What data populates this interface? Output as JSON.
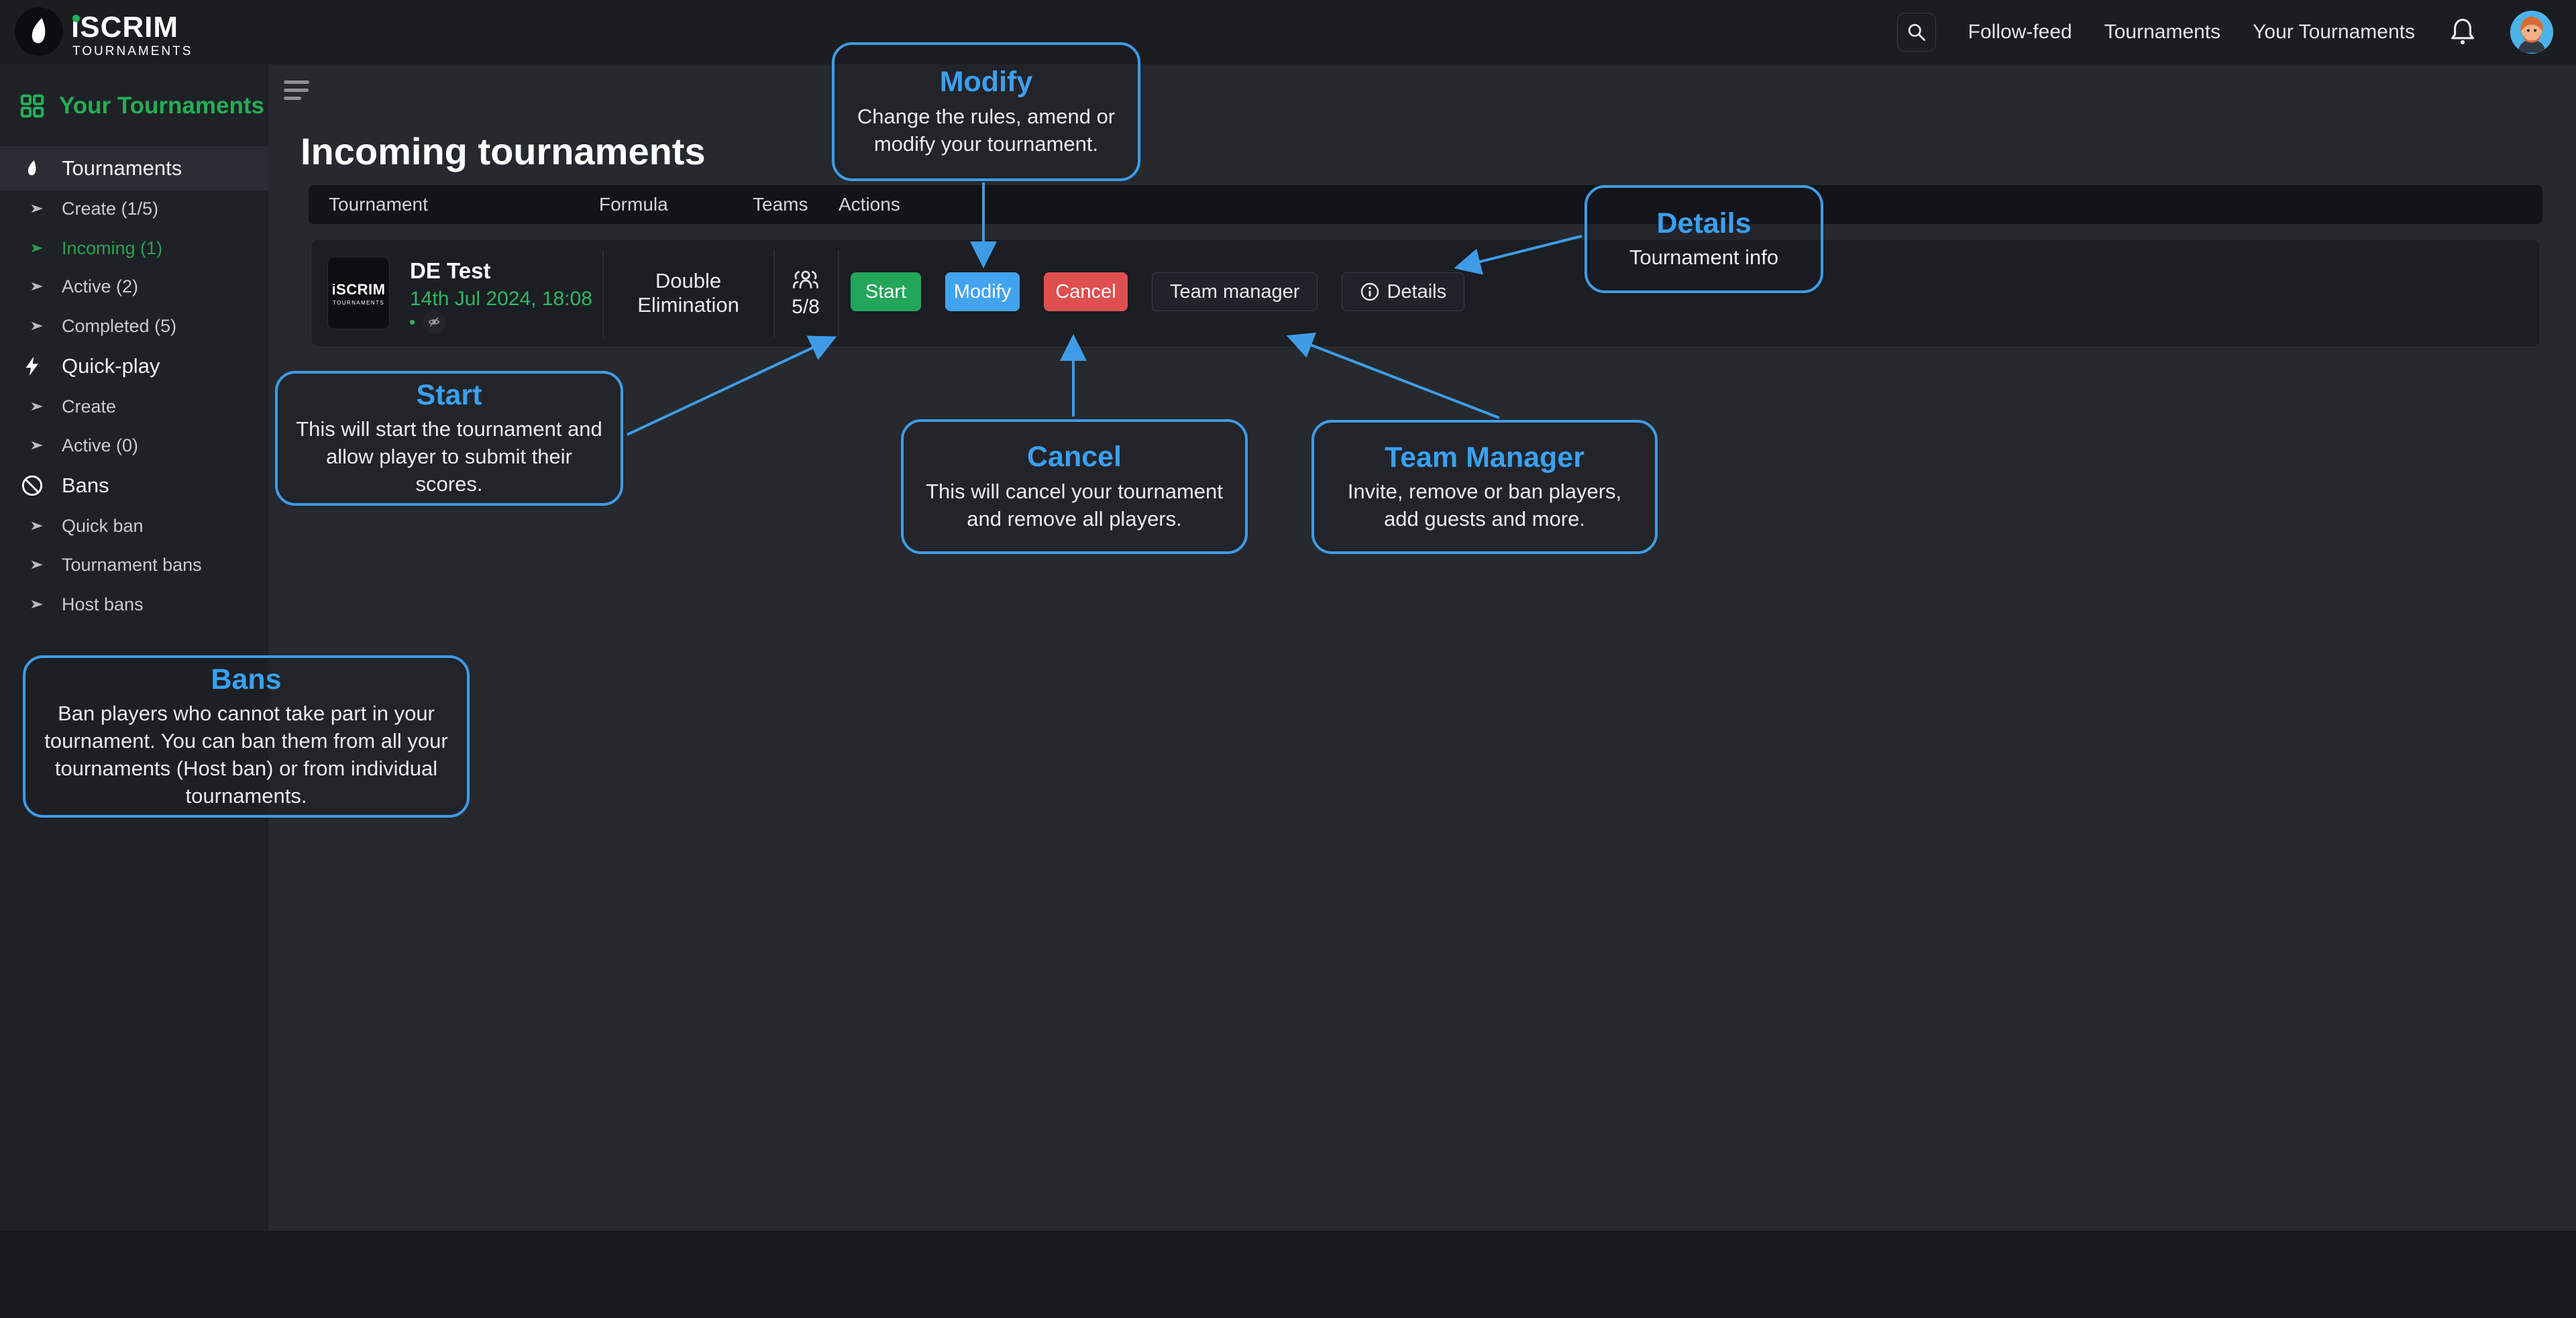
{
  "colors": {
    "accent_blue": "#3e9ce6",
    "callout_title_blue": "#3aa0f0",
    "sidebar_green": "#25ad56",
    "date_green": "#2db863",
    "start_green": "#23a55a",
    "modify_blue": "#42a4ee",
    "cancel_red": "#e04f4f"
  },
  "icons": [
    "search-icon",
    "bell-icon",
    "avatar",
    "grid-icon",
    "flame-icon",
    "lightning-icon",
    "ban-icon",
    "chevron-right-icon",
    "menu-icon",
    "teams-icon",
    "eye-slash-icon",
    "info-icon"
  ],
  "navbar": {
    "logo_title": "iSCRIM",
    "logo_subtitle": "TOURNAMENTS",
    "links": [
      {
        "label": "Follow-feed"
      },
      {
        "label": "Tournaments"
      },
      {
        "label": "Your Tournaments"
      }
    ]
  },
  "sidebar": {
    "header": {
      "label": "Your Tournaments"
    },
    "sections": [
      {
        "label": "Tournaments",
        "children": [
          {
            "label": "Create (1/5)"
          },
          {
            "label": "Incoming (1)"
          },
          {
            "label": "Active (2)"
          },
          {
            "label": "Completed (5)"
          }
        ]
      },
      {
        "label": "Quick-play",
        "children": [
          {
            "label": "Create"
          },
          {
            "label": "Active (0)"
          }
        ]
      },
      {
        "label": "Bans",
        "children": [
          {
            "label": "Quick ban"
          },
          {
            "label": "Tournament bans"
          },
          {
            "label": "Host bans"
          }
        ]
      }
    ]
  },
  "main": {
    "title": "Incoming tournaments",
    "table": {
      "headers": [
        "Tournament",
        "Formula",
        "Teams",
        "Actions"
      ]
    },
    "row": {
      "thumb_line1": "iSCRIM",
      "thumb_line2": "TOURNAMENTS",
      "name": "DE Test",
      "datetime": "14th Jul 2024, 18:08",
      "formula": "Double Elimination",
      "teams": "5/8",
      "buttons": {
        "start": "Start",
        "modify": "Modify",
        "cancel": "Cancel",
        "team_manager": "Team manager",
        "details": "Details"
      }
    }
  },
  "callouts": [
    {
      "id": "modify",
      "title": "Modify",
      "body": "Change the rules, amend or modify your tournament."
    },
    {
      "id": "details",
      "title": "Details",
      "body": "Tournament info"
    },
    {
      "id": "start",
      "title": "Start",
      "body": "This will start the tournament and allow player to submit their scores."
    },
    {
      "id": "cancel",
      "title": "Cancel",
      "body": "This will cancel your tournament and remove all players."
    },
    {
      "id": "team_manager",
      "title": "Team Manager",
      "body": "Invite, remove or ban players, add guests and more."
    },
    {
      "id": "bans",
      "title": "Bans",
      "body": "Ban players who cannot take part in your tournament. You can ban them from all your tournaments (Host ban) or from individual tournaments."
    }
  ]
}
